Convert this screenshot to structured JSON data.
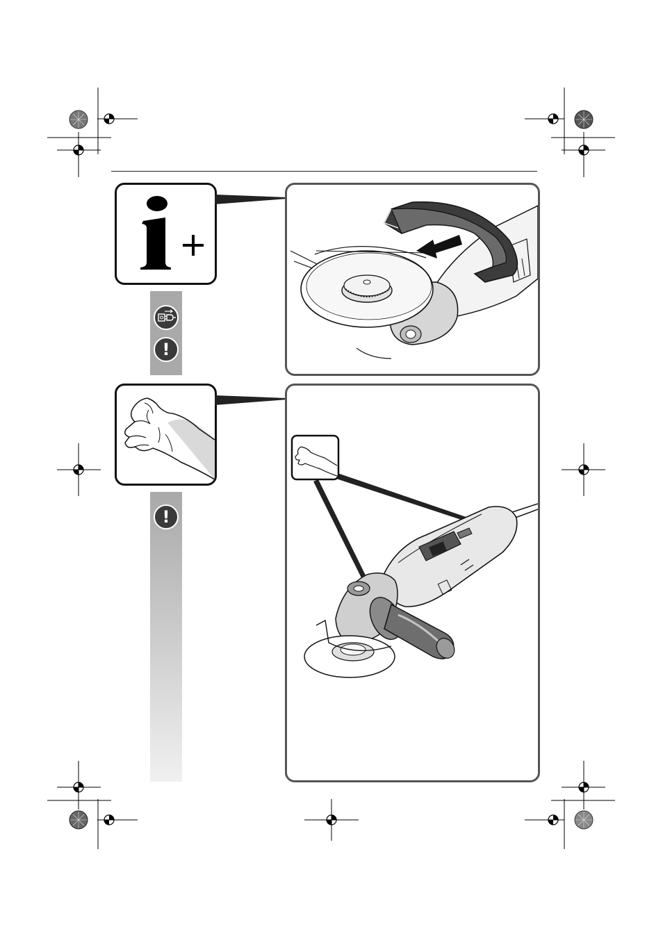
{
  "page": {
    "info_symbol": "i+",
    "warning_glyph": "!",
    "colors": {
      "frame": "#555555",
      "icon_frame": "#111111",
      "strip_top": "#a9a9a9",
      "strip_bottom": "#f0f0f0",
      "warning": "#3a3a3a"
    }
  },
  "top_section": {
    "icon": "info-plus-icon",
    "strip_icons": [
      "unplug-power-icon",
      "warning-icon"
    ],
    "illustration": "angle-grinder-guard-removal"
  },
  "bottom_section": {
    "icon": "hand-icon",
    "strip_icons": [
      "warning-icon"
    ],
    "illustration": "angle-grinder-with-side-handle"
  }
}
